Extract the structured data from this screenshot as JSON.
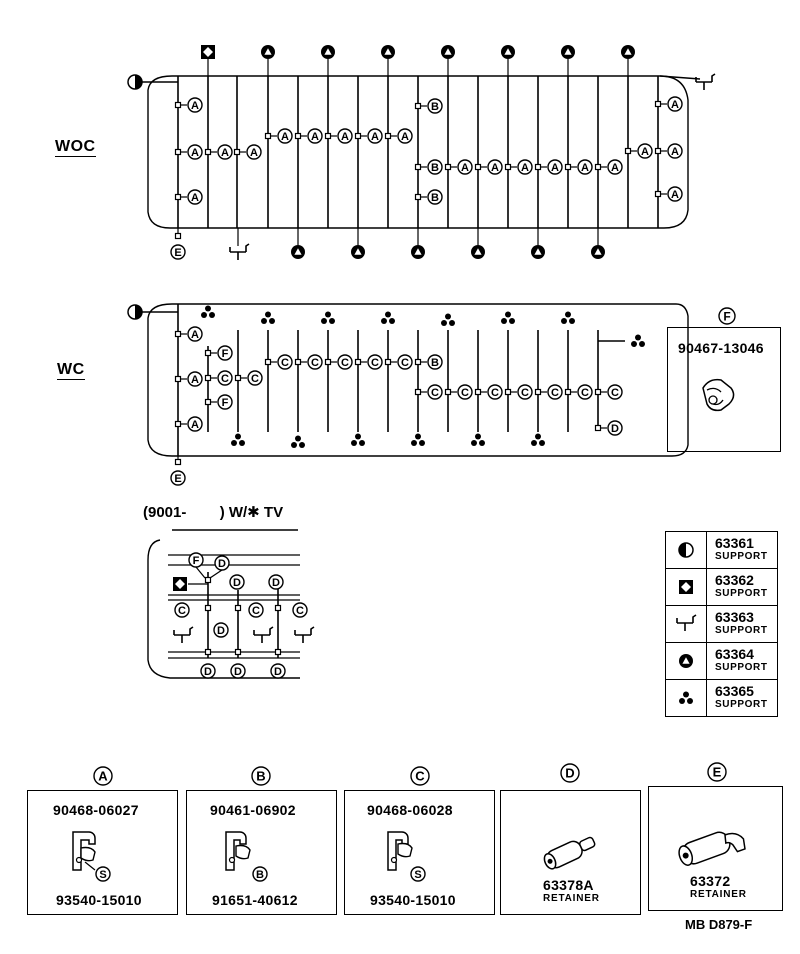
{
  "labels": {
    "woc": "WOC",
    "wc": "WC",
    "tv_note": "(9001-        ) W/✱ TV",
    "diagram_code": "MB D879-F"
  },
  "legend": [
    {
      "symbol": "half-circle-icon",
      "number": "63361",
      "name": "SUPPORT"
    },
    {
      "symbol": "diamond-square-icon",
      "number": "63362",
      "name": "SUPPORT"
    },
    {
      "symbol": "hook-clip-icon",
      "number": "63363",
      "name": "SUPPORT"
    },
    {
      "symbol": "triangle-circle-icon",
      "number": "63364",
      "name": "SUPPORT"
    },
    {
      "symbol": "three-dot-icon",
      "number": "63365",
      "name": "SUPPORT"
    }
  ],
  "callout_f": {
    "letter": "F",
    "part": "90467-13046"
  },
  "parts": [
    {
      "letter": "A",
      "top": "90468-06027",
      "sub_letter": "S",
      "bottom": "93540-15010"
    },
    {
      "letter": "B",
      "top": "90461-06902",
      "sub_letter": "B",
      "bottom": "91651-40612"
    },
    {
      "letter": "C",
      "top": "90468-06028",
      "sub_letter": "S",
      "bottom": "93540-15010"
    },
    {
      "letter": "D",
      "number": "63378A",
      "name": "RETAINER"
    },
    {
      "letter": "E",
      "number": "63372",
      "name": "RETAINER"
    }
  ]
}
